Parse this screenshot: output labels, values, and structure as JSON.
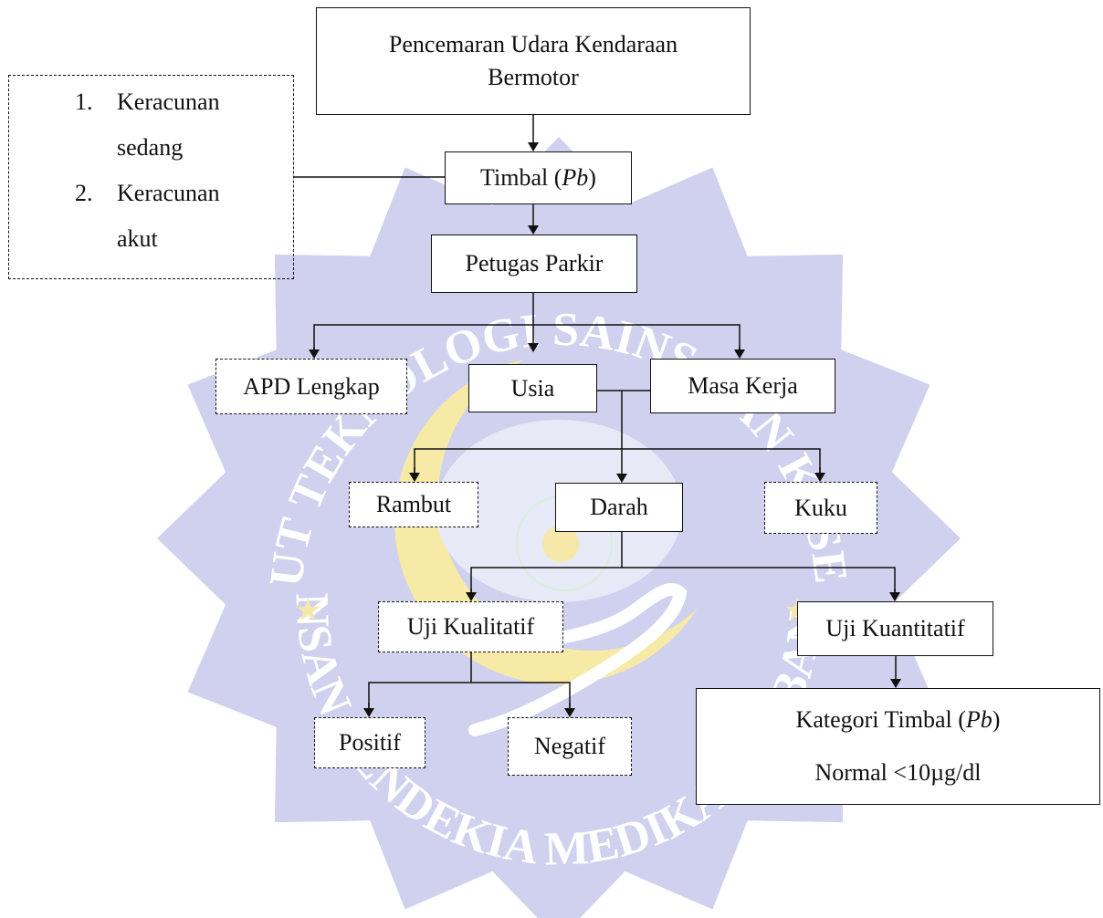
{
  "nodes": {
    "pencemaran": {
      "line1": "Pencemaran Udara Kendaraan",
      "line2": "Bermotor"
    },
    "timbal": {
      "text": "Timbal (",
      "em": "Pb",
      "close": ")"
    },
    "petugas": "Petugas Parkir",
    "apd": "APD Lengkap",
    "usia": "Usia",
    "masa_kerja": "Masa Kerja",
    "rambut": "Rambut",
    "darah": "Darah",
    "kuku": "Kuku",
    "uji_kualitatif": "Uji Kualitatif",
    "uji_kuantitatif": "Uji Kuantitatif",
    "positif": "Positif",
    "negatif": "Negatif",
    "kategori": {
      "text": "Kategori Timbal (",
      "em": "Pb",
      "close": ")",
      "normal": "Normal <10µg/dl"
    }
  },
  "note": {
    "items": [
      {
        "num": "1.",
        "line1": "Keracunan",
        "line2": "sedang"
      },
      {
        "num": "2.",
        "line1": "Keracunan",
        "line2": "akut"
      }
    ]
  },
  "watermark": {
    "top_text": "INSTITUT TEKNOLOGI SAINS DAN KESEHATAN",
    "bottom_text": "INSAN CENDEKIA MEDIKA JOMBANG",
    "colors": {
      "badge": "#cfd1ee",
      "text": "#ffffff",
      "accent": "#f5e8a8",
      "crescent": "#f6eaa6"
    }
  }
}
